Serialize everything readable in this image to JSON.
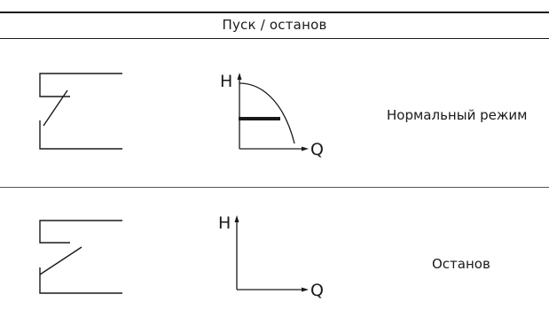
{
  "table": {
    "header": "Пуск / останов",
    "rows": [
      {
        "mode": "Нормальный режим",
        "axis_y": "H",
        "axis_x": "Q",
        "switch_state": "closed",
        "pump_curve": "visible"
      },
      {
        "mode": "Останов",
        "axis_y": "H",
        "axis_x": "Q",
        "switch_state": "open",
        "pump_curve": "none"
      }
    ]
  },
  "icons": {
    "switch_closed": "switch-closed-icon",
    "switch_open": "switch-open-icon",
    "curve_graph": "pump-curve-graph",
    "empty_graph": "empty-axes-graph"
  }
}
